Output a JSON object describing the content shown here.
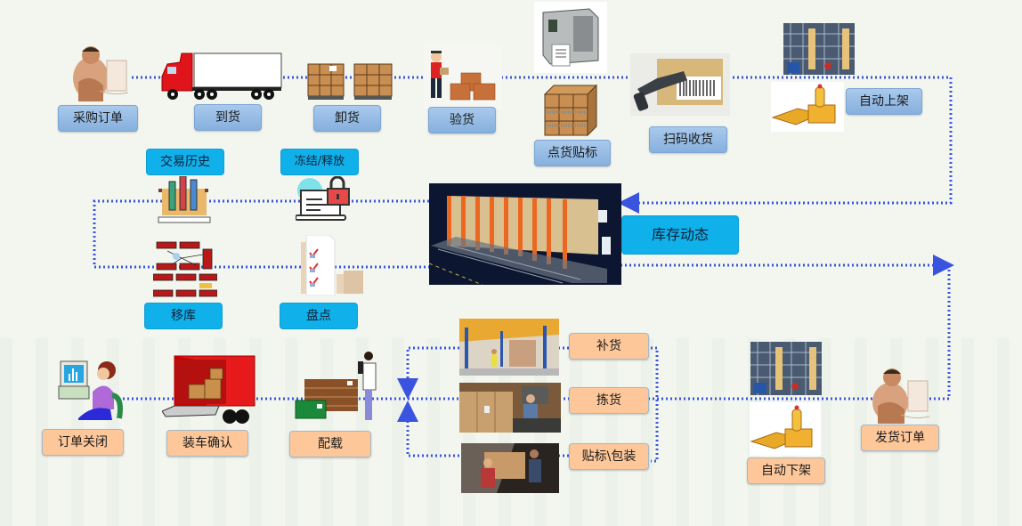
{
  "diagram": {
    "title": "WMS warehouse process flow",
    "colors": {
      "background": "#f2f6ee",
      "flow_line": "#3a54e0",
      "inbound_label": "#9dbfe6",
      "inventory_label": "#10b0ea",
      "outbound_label": "#fdc79a"
    },
    "inbound": {
      "purchase_order": "采购订单",
      "arrival": "到货",
      "unloading": "卸货",
      "inspection": "验货",
      "count_label": "点货贴标",
      "scan_receive": "扫码收货",
      "auto_putaway": "自动上架"
    },
    "inventory": {
      "transaction_history": "交易历史",
      "freeze_release": "冻结/释放",
      "inventory_dynamics": "库存动态",
      "transfer": "移库",
      "stocktake": "盘点"
    },
    "outbound": {
      "order_close": "订单关闭",
      "loading_confirm": "装车确认",
      "allocation": "配载",
      "replenish": "补货",
      "picking": "拣货",
      "label_pack": "贴标\\包装",
      "auto_pick_down": "自动下架",
      "shipping_order": "发货订单"
    },
    "icons": {
      "clerk": "office-worker-icon",
      "truck": "truck-icon",
      "pallets": "pallet-boxes-icon",
      "inspector": "inspector-icon",
      "printer": "label-printer-icon",
      "scanner": "barcode-scanner-icon",
      "asrs": "asrs-rack-icon",
      "agv": "agv-robot-icon",
      "chart": "bar-chart-icon",
      "lock": "lock-laptop-icon",
      "transfer": "rack-transfer-icon",
      "checklist": "checklist-icon",
      "warehouse": "warehouse-3d-icon"
    }
  }
}
